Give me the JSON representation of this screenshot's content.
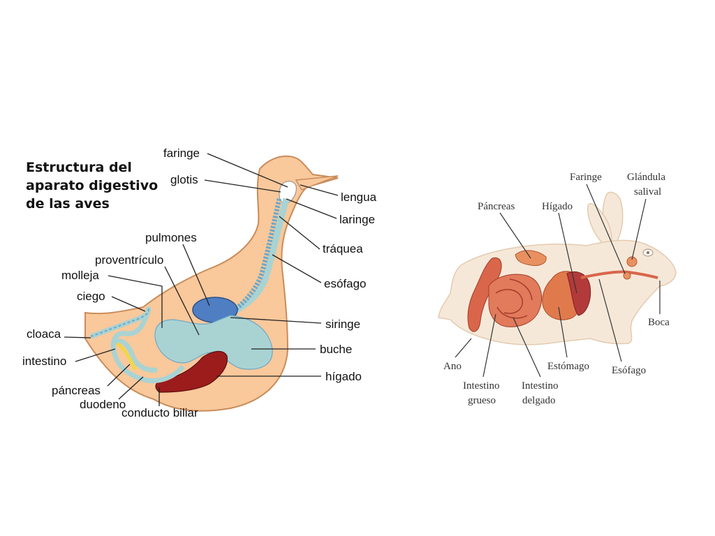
{
  "bird": {
    "title_lines": [
      "Estructura del",
      "aparato digestivo",
      "de las aves"
    ],
    "labels": {
      "faringe": "faringe",
      "glotis": "glotis",
      "lengua": "lengua",
      "laringe": "laringe",
      "pulmones": "pulmones",
      "traquea": "tráquea",
      "proventriculo": "proventrículo",
      "molleja": "molleja",
      "esofago": "esófago",
      "ciego": "ciego",
      "cloaca": "cloaca",
      "siringe": "siringe",
      "buche": "buche",
      "intestino": "intestino",
      "higado": "hígado",
      "pancreas": "páncreas",
      "duodeno": "duodeno",
      "conducto_biliar": "conducto biliar"
    },
    "colors": {
      "body": "#f9c89b",
      "outline": "#c98c5a",
      "organ_light": "#a9d3d3",
      "lung": "#4f7ec2",
      "liver": "#9c1c1c",
      "trachea": "#6fa8c7",
      "pancreas": "#f0d64a"
    }
  },
  "rabbit": {
    "labels": {
      "faringe": "Faringe",
      "glandula_line1": "Glándula",
      "glandula_line2": "salival",
      "pancreas": "Páncreas",
      "higado": "Hígado",
      "boca": "Boca",
      "ano": "Ano",
      "estomago": "Estómago",
      "esofago": "Esófago",
      "intestino_grueso_line1": "Intestino",
      "intestino_grueso_line2": "grueso",
      "intestino_delgado_line1": "Intestino",
      "intestino_delgado_line2": "delgado"
    },
    "colors": {
      "fur": "#f6e8d8",
      "fur_shadow": "#e3cbb0",
      "intestine": "#d9664a",
      "stomach": "#e07a4d",
      "liver": "#b33a3a"
    }
  }
}
